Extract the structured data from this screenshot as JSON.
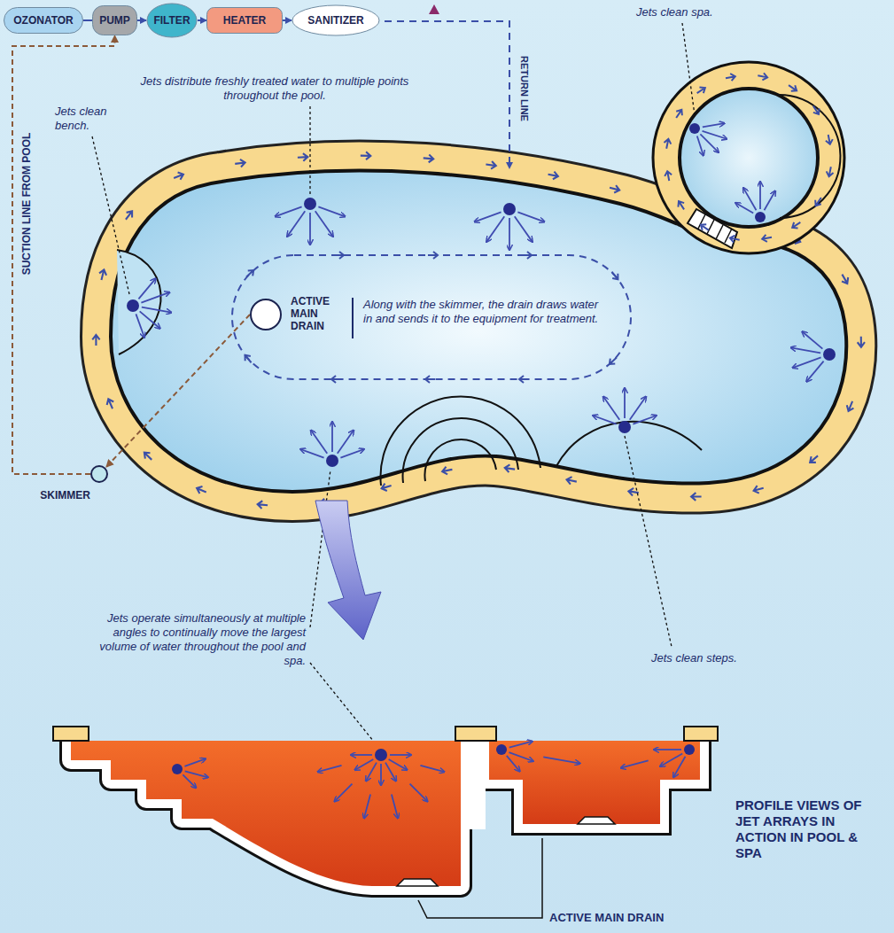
{
  "diagram": {
    "nodes": [
      {
        "text": [
          "OZONATOR"
        ]
      },
      {
        "text": [
          "PUMP"
        ]
      },
      {
        "text": [
          "FILTER"
        ]
      },
      {
        "text": [
          "HEATER"
        ]
      },
      {
        "text": [
          "SANITIZER"
        ]
      },
      {
        "text": [
          "ACTIVE MAIN DRAIN"
        ]
      },
      {
        "text": [
          "SKIMMER"
        ]
      }
    ],
    "edges": [
      {
        "from": 0,
        "to": 1,
        "arrow": "none"
      },
      {
        "from": 1,
        "to": 2,
        "arrow": "to"
      },
      {
        "from": 2,
        "to": 3,
        "arrow": "to"
      },
      {
        "from": 3,
        "to": 4,
        "arrow": "to"
      },
      {
        "from": 5,
        "to": 6,
        "arrow": "to"
      },
      {
        "from": 6,
        "to": 1,
        "arrow": "to"
      }
    ],
    "labels": [
      "SUCTION LINE FROM POOL",
      "RETURN LINE",
      "Jets clean spa.",
      "Jets distribute freshly treated water to multiple points throughout the pool.",
      "Jets clean bench.",
      "Along with the skimmer, the drain draws water in and sends it to the equipment for treatment.",
      "Jets operate simultaneously at multiple angles to continually move the largest volume of water throughout the pool and spa.",
      "Jets clean steps.",
      "PROFILE VIEWS OF JET ARRAYS IN ACTION IN POOL & SPA",
      "ACTIVE MAIN DRAIN"
    ]
  }
}
